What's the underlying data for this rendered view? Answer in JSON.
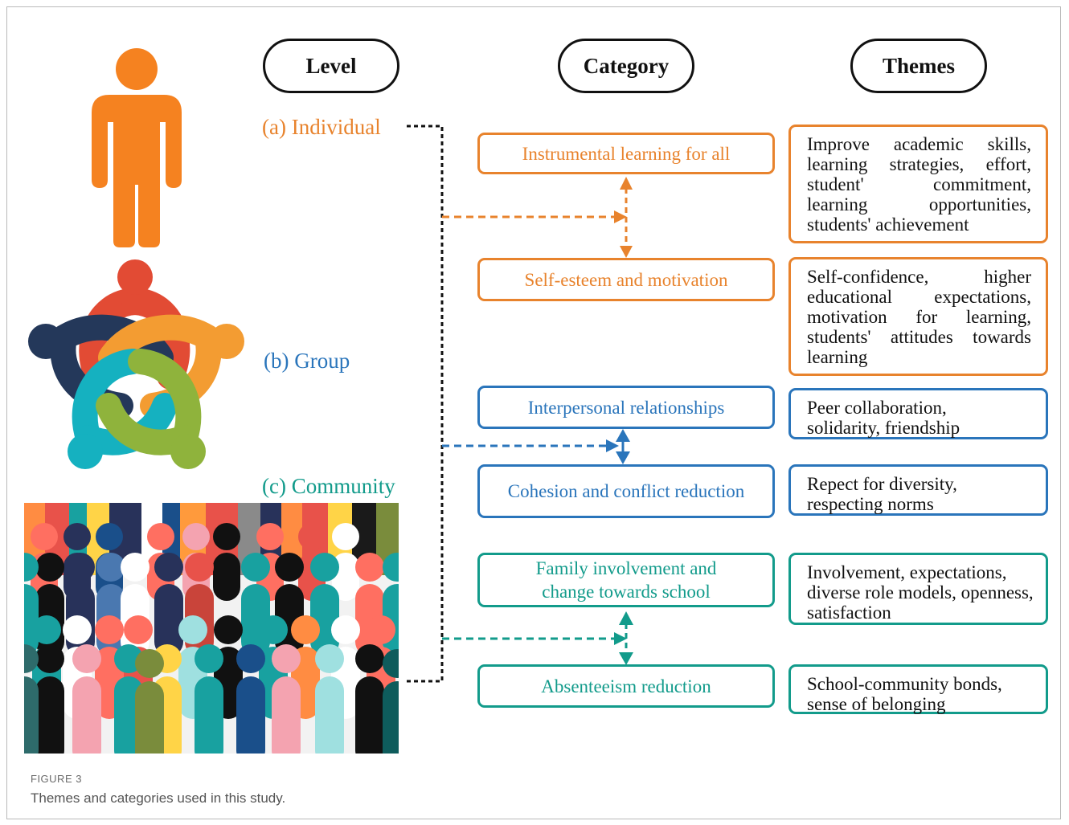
{
  "headers": {
    "level": "Level",
    "category": "Category",
    "themes": "Themes"
  },
  "levels": {
    "individual": "(a) Individual",
    "group": "(b) Group",
    "community": "(c) Community"
  },
  "categories": {
    "instrumental": "Instrumental learning for all",
    "self_esteem": "Self-esteem and motivation",
    "interpersonal": "Interpersonal relationships",
    "cohesion": "Cohesion and conflict reduction",
    "family": "Family involvement and change towards school",
    "absenteeism": "Absenteeism reduction"
  },
  "themes": {
    "instrumental": "Improve academic skills, learning strategies, effort, student' commitment, learning opportunities, students' achievement",
    "self_esteem": "Self-confidence, higher educational expectations, motivation for learning, students' attitudes towards learning",
    "interpersonal": "Peer collaboration, solidarity, friendship",
    "cohesion": "Repect for diversity, respecting norms",
    "family": "Involvement, expectations, diverse role models, openness, satisfaction",
    "absenteeism": "School-community bonds, sense of belonging"
  },
  "caption": {
    "label": "FIGURE 3",
    "text": "Themes and categories used in this study."
  },
  "colors": {
    "individual": "#e8832d",
    "group": "#2a75bb",
    "community": "#129b8b"
  },
  "icons": {
    "individual": "person-icon",
    "group": "group-circle-icon",
    "community": "crowd-illustration"
  }
}
